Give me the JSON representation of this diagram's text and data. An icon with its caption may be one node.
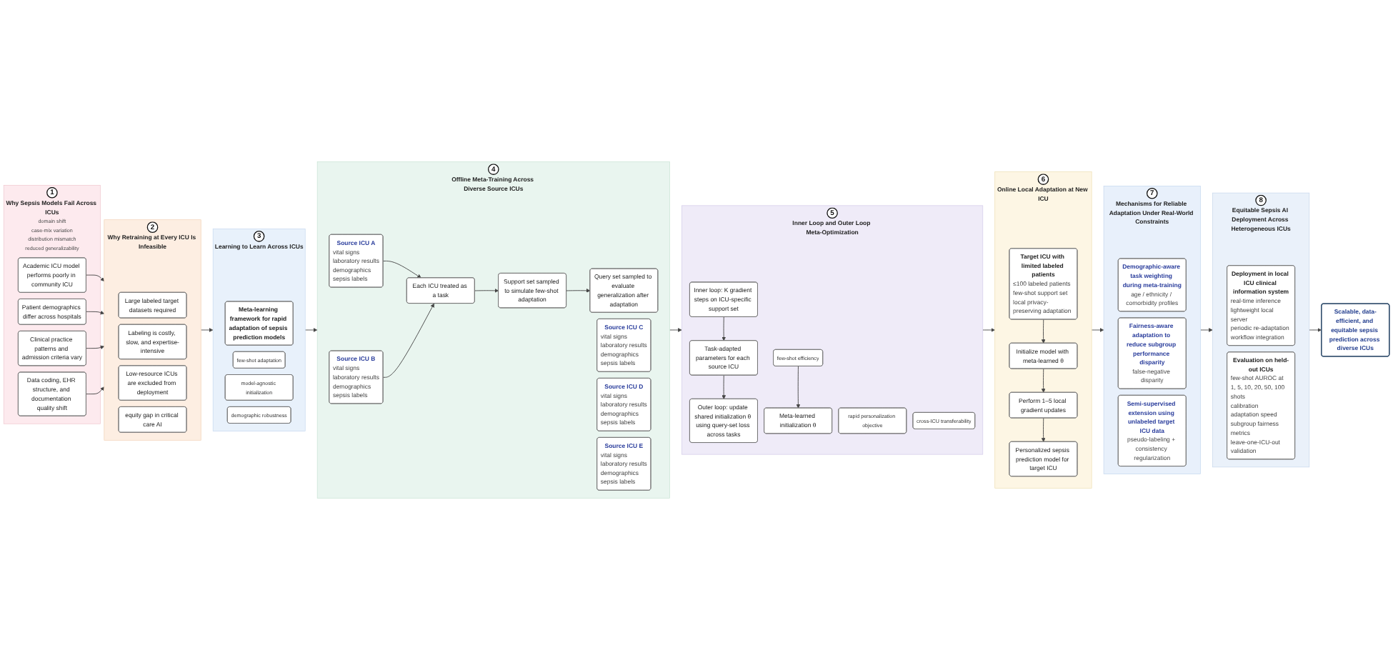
{
  "diagram": {
    "nodes": [
      {
        "text": [
          "1",
          "Why Sepsis Models Fail Across ICUs",
          "domain shift",
          "case-mix variation",
          "distribution mismatch",
          "reduced generalizability"
        ]
      },
      {
        "text": [
          "Academic ICU model performs poorly in community ICU"
        ],
        "in": 0
      },
      {
        "text": [
          "Patient demographics differ across hospitals"
        ],
        "in": 0
      },
      {
        "text": [
          "Clinical practice patterns and admission criteria vary"
        ],
        "in": 0
      },
      {
        "text": [
          "Data coding, EHR structure, and documentation quality shift"
        ],
        "in": 0
      },
      {
        "text": [
          "2",
          "Why Retraining at Every ICU Is Infeasible"
        ]
      },
      {
        "text": [
          "Large labeled target datasets required"
        ],
        "in": 5
      },
      {
        "text": [
          "Labeling is costly, slow, and expertise-intensive"
        ],
        "in": 5
      },
      {
        "text": [
          "Low-resource ICUs are excluded from deployment"
        ],
        "in": 5
      },
      {
        "text": [
          "equity gap in critical care AI"
        ],
        "in": 5
      },
      {
        "text": [
          "3",
          "Learning to Learn Across ICUs"
        ]
      },
      {
        "text": [
          "Meta-learning framework for rapid adaptation of sepsis prediction models"
        ],
        "in": 10
      },
      {
        "text": [
          "few-shot adaptation"
        ],
        "in": 10
      },
      {
        "text": [
          "model-agnostic initialization"
        ],
        "in": 10
      },
      {
        "text": [
          "demographic robustness"
        ],
        "in": 10
      },
      {
        "text": [
          "4",
          "Offline Meta-Training Across Diverse Source ICUs"
        ]
      },
      {
        "text": [
          "Source ICU A",
          "vital signs",
          "laboratory results",
          "demographics",
          "sepsis labels"
        ],
        "in": 15
      },
      {
        "text": [
          "Source ICU B",
          "vital signs",
          "laboratory results",
          "demographics",
          "sepsis labels"
        ],
        "in": 15
      },
      {
        "text": [
          "Source ICU C",
          "vital signs",
          "laboratory results",
          "demographics",
          "sepsis labels"
        ],
        "in": 15
      },
      {
        "text": [
          "Source ICU D",
          "vital signs",
          "laboratory results",
          "demographics",
          "sepsis labels"
        ],
        "in": 15
      },
      {
        "text": [
          "Source ICU E",
          "vital signs",
          "laboratory results",
          "demographics",
          "sepsis labels"
        ],
        "in": 15
      },
      {
        "text": [
          "Each ICU treated as a task"
        ],
        "in": 15
      },
      {
        "text": [
          "Support set sampled to simulate few-shot adaptation"
        ],
        "in": 15
      },
      {
        "text": [
          "Query set sampled to evaluate generalization after adaptation"
        ],
        "in": 15
      },
      {
        "text": [
          "5",
          "Inner Loop and Outer Loop Meta-Optimization"
        ]
      },
      {
        "text": [
          "Inner loop: K gradient steps on ICU-specific support set"
        ],
        "in": 24
      },
      {
        "text": [
          "Task-adapted parameters for each source ICU"
        ],
        "in": 24
      },
      {
        "text": [
          "Outer loop: update shared initialization θ using query-set loss across tasks"
        ],
        "in": 24
      },
      {
        "text": [
          "rapid personalization objective"
        ],
        "in": 24
      },
      {
        "text": [
          "few-shot efficiency"
        ],
        "in": 24
      },
      {
        "text": [
          "cross-ICU transferability"
        ],
        "in": 24
      },
      {
        "text": [
          "Meta-learned initialization θ"
        ],
        "in": 24
      },
      {
        "text": [
          "6",
          "Online Local Adaptation at New ICU"
        ]
      },
      {
        "text": [
          "Target ICU with limited labeled patients",
          "≤100 labeled patients",
          "few-shot support set",
          "local privacy-preserving adaptation"
        ],
        "in": 32
      },
      {
        "text": [
          "Initialize model with meta-learned θ"
        ],
        "in": 32
      },
      {
        "text": [
          "Perform 1–5 local gradient updates"
        ],
        "in": 32
      },
      {
        "text": [
          "Personalized sepsis prediction model for target ICU"
        ],
        "in": 32
      },
      {
        "text": [
          "7",
          "Mechanisms for Reliable Adaptation Under Real-World Constraints"
        ]
      },
      {
        "text": [
          "Demographic-aware task weighting during meta-training",
          "age / ethnicity / comorbidity profiles"
        ],
        "in": 37
      },
      {
        "text": [
          "Fairness-aware adaptation to reduce subgroup performance disparity",
          "false-negative disparity"
        ],
        "in": 37
      },
      {
        "text": [
          "Semi-supervised extension using unlabeled target ICU data",
          "pseudo-labeling + consistency regularization"
        ],
        "in": 37
      },
      {
        "text": [
          "8",
          "Equitable Sepsis AI Deployment Across Heterogeneous ICUs"
        ]
      },
      {
        "text": [
          "Deployment in local ICU clinical information system",
          "real-time inference",
          "lightweight local server",
          "periodic re-adaptation",
          "workflow integration"
        ],
        "in": 41
      },
      {
        "text": [
          "Evaluation on held-out ICUs",
          "few-shot AUROC at 1, 5, 10, 20, 50, 100 shots",
          "calibration",
          "adaptation speed",
          "subgroup fairness metrics",
          "leave-one-ICU-out validation"
        ],
        "in": 41
      },
      {
        "text": [
          "Scalable, data-efficient, and equitable sepsis prediction across diverse ICUs"
        ]
      }
    ],
    "edges": [
      {
        "from": 1,
        "to": 5,
        "arrow": "to"
      },
      {
        "from": 2,
        "to": 5,
        "arrow": "to"
      },
      {
        "from": 3,
        "to": 5,
        "arrow": "to"
      },
      {
        "from": 4,
        "to": 5,
        "arrow": "to"
      },
      {
        "from": 5,
        "to": 10,
        "arrow": "to"
      },
      {
        "from": 10,
        "to": 15,
        "arrow": "to"
      },
      {
        "from": 16,
        "to": 21,
        "arrow": "to"
      },
      {
        "from": 17,
        "to": 21,
        "arrow": "to"
      },
      {
        "from": 21,
        "to": 22,
        "arrow": "to"
      },
      {
        "from": 22,
        "to": 23,
        "arrow": "to"
      },
      {
        "from": 15,
        "to": 24,
        "arrow": "to"
      },
      {
        "from": 25,
        "to": 26,
        "arrow": "to"
      },
      {
        "from": 26,
        "to": 27,
        "arrow": "to"
      },
      {
        "from": 29,
        "to": 31,
        "arrow": "to"
      },
      {
        "from": 24,
        "to": 32,
        "arrow": "to"
      },
      {
        "from": 33,
        "to": 34,
        "arrow": "to"
      },
      {
        "from": 34,
        "to": 35,
        "arrow": "to"
      },
      {
        "from": 35,
        "to": 36,
        "arrow": "to"
      },
      {
        "from": 32,
        "to": 37,
        "arrow": "to"
      },
      {
        "from": 37,
        "to": 41,
        "arrow": "to"
      },
      {
        "from": 41,
        "to": 44,
        "arrow": "to"
      }
    ]
  }
}
